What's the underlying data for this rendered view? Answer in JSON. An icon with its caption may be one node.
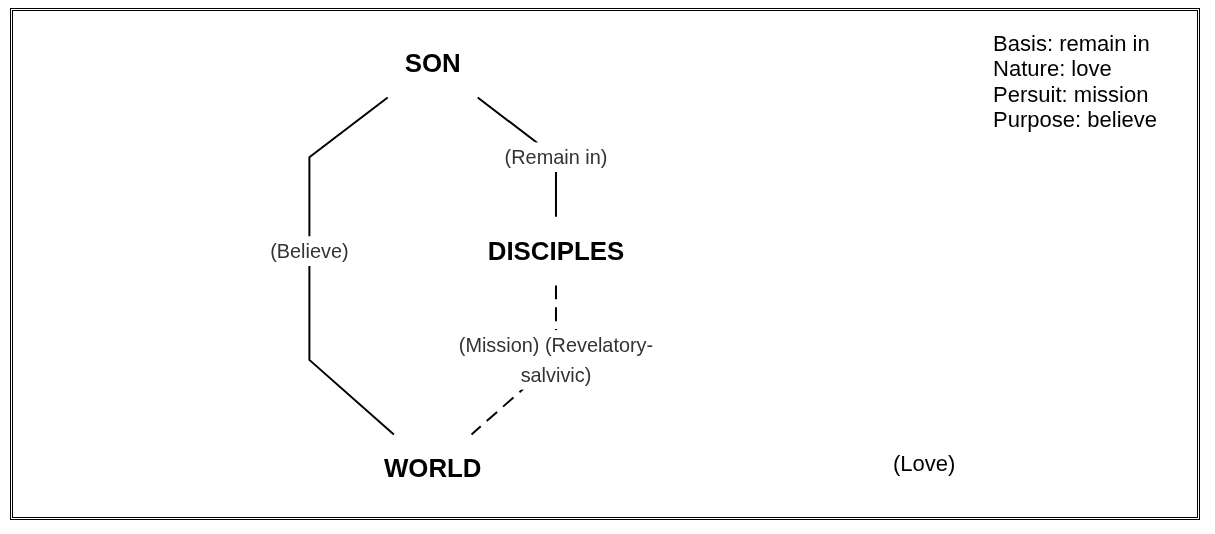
{
  "diagram": {
    "nodes": [
      {
        "text": [
          "SON"
        ]
      },
      {
        "text": [
          "DISCIPLES"
        ]
      },
      {
        "text": [
          "WORLD"
        ]
      }
    ],
    "edges": [
      {
        "from": 0,
        "to": 1,
        "arrow": "none",
        "label": "(Remain in)"
      },
      {
        "from": 0,
        "to": 2,
        "arrow": "none",
        "label": "(Believe)"
      },
      {
        "from": 1,
        "to": 2,
        "arrow": "none",
        "style": "dashed",
        "label": "(Mission) (Revelatory-salvivic)"
      }
    ],
    "labels": [
      "Basis: remain in",
      "Nature: love",
      "Persuit: mission",
      "Purpose: believe",
      "(Love)"
    ]
  }
}
